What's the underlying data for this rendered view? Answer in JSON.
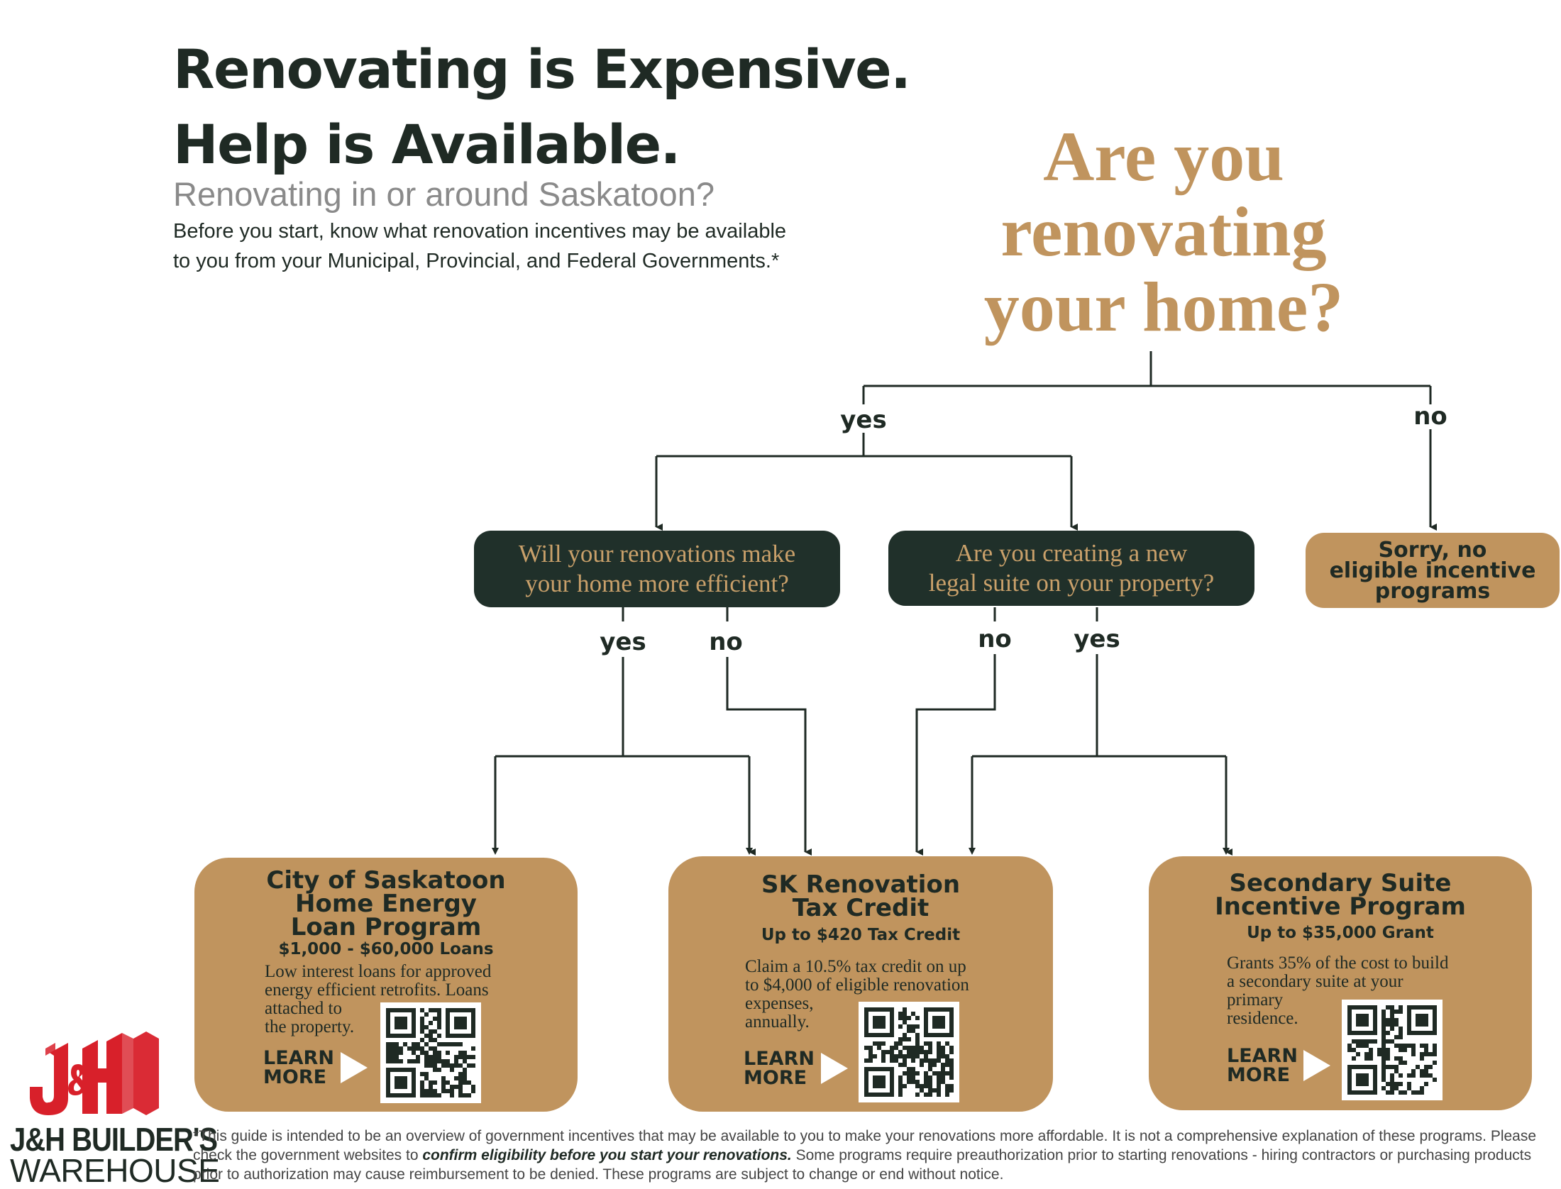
{
  "header": {
    "title_line1": "Renovating is Expensive.",
    "title_line2": "Help is Available.",
    "subheading": "Renovating in or around Saskatoon?",
    "intro_line1": "Before you start, know what renovation incentives may be available",
    "intro_line2": "to you from your Municipal, Provincial, and Federal Governments.*"
  },
  "flowchart": {
    "start_question": [
      "Are you",
      "renovating",
      "your home?"
    ],
    "top_yes": "yes",
    "top_no": "no",
    "q_efficient": [
      "Will your renovations make",
      "your home more efficient?"
    ],
    "q_suite": [
      "Are you creating a new",
      "legal suite on your property?"
    ],
    "sorry": [
      "Sorry, no",
      "eligible incentive",
      "programs"
    ],
    "eff_yes": "yes",
    "eff_no": "no",
    "suite_no": "no",
    "suite_yes": "yes"
  },
  "programs": [
    {
      "title": [
        "City of Saskatoon",
        "Home Energy",
        "Loan Program"
      ],
      "subtitle": "$1,000 - $60,000 Loans",
      "description": [
        "Low interest loans for approved",
        "energy efficient retrofits. Loans",
        "attached to",
        "the property."
      ],
      "cta": [
        "LEARN",
        "MORE"
      ]
    },
    {
      "title": [
        "SK Renovation",
        "Tax Credit"
      ],
      "subtitle": "Up to $420 Tax Credit",
      "description": [
        "Claim a 10.5% tax credit on up",
        "to $4,000 of eligible renovation",
        "expenses,",
        "annually."
      ],
      "cta": [
        "LEARN",
        "MORE"
      ]
    },
    {
      "title": [
        "Secondary Suite",
        "Incentive Program"
      ],
      "subtitle": "Up to $35,000 Grant",
      "description": [
        "Grants 35% of the cost to build",
        "a secondary suite at your",
        "primary",
        "residence."
      ],
      "cta": [
        "LEARN",
        "MORE"
      ]
    }
  ],
  "footnote": {
    "part1": "*This guide is intended to be an overview of government incentives that may be available to you to make your renovations more affordable. It is not a comprehensive explanation of these programs. Please check the government websites to ",
    "emphasis": "confirm eligibility before you start your renovations.",
    "part2": " Some programs require preauthorization prior to starting renovations - hiring contractors or purchasing products prior to authorization may  cause reimbursement to be denied. These programs are subject to change or end without notice."
  },
  "logo": {
    "mark": "J&H",
    "name": "J&H BUILDER'S",
    "sub": "WAREHOUSE"
  },
  "colors": {
    "dark_green": "#20302a",
    "tan": "#c0945e",
    "logo_red": "#d8202a"
  }
}
